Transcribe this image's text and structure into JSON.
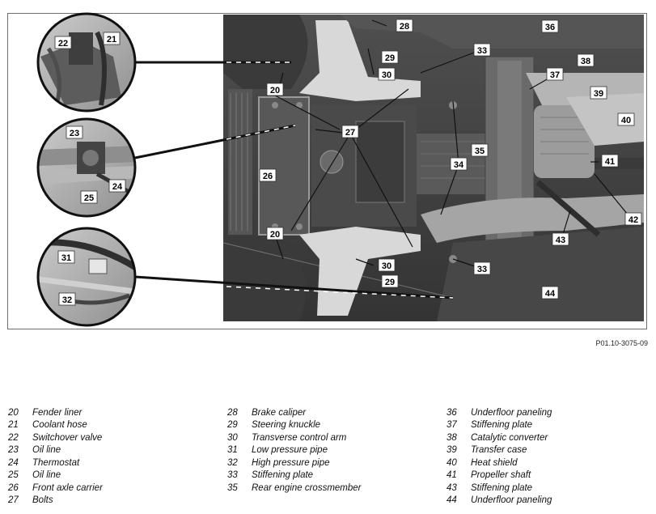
{
  "figure_id": "P01.10-3075-09",
  "callouts": [
    {
      "key": "c22",
      "text": "22"
    },
    {
      "key": "c21",
      "text": "21"
    },
    {
      "key": "c23",
      "text": "23"
    },
    {
      "key": "c24",
      "text": "24"
    },
    {
      "key": "c25",
      "text": "25"
    },
    {
      "key": "c31",
      "text": "31"
    },
    {
      "key": "c32",
      "text": "32"
    },
    {
      "key": "c28",
      "text": "28"
    },
    {
      "key": "c36",
      "text": "36"
    },
    {
      "key": "c29a",
      "text": "29"
    },
    {
      "key": "c30a",
      "text": "30"
    },
    {
      "key": "c33a",
      "text": "33"
    },
    {
      "key": "c38",
      "text": "38"
    },
    {
      "key": "c37",
      "text": "37"
    },
    {
      "key": "c20a",
      "text": "20"
    },
    {
      "key": "c39",
      "text": "39"
    },
    {
      "key": "c27",
      "text": "27"
    },
    {
      "key": "c40",
      "text": "40"
    },
    {
      "key": "c35",
      "text": "35"
    },
    {
      "key": "c41",
      "text": "41"
    },
    {
      "key": "c26",
      "text": "26"
    },
    {
      "key": "c34",
      "text": "34"
    },
    {
      "key": "c42",
      "text": "42"
    },
    {
      "key": "c20b",
      "text": "20"
    },
    {
      "key": "c43",
      "text": "43"
    },
    {
      "key": "c30b",
      "text": "30"
    },
    {
      "key": "c33b",
      "text": "33"
    },
    {
      "key": "c29b",
      "text": "29"
    },
    {
      "key": "c44",
      "text": "44"
    }
  ],
  "legend": [
    {
      "num": "20",
      "label": "Fender liner"
    },
    {
      "num": "21",
      "label": "Coolant hose"
    },
    {
      "num": "22",
      "label": "Switchover valve"
    },
    {
      "num": "23",
      "label": "Oil line"
    },
    {
      "num": "24",
      "label": "Thermostat"
    },
    {
      "num": "25",
      "label": "Oil line"
    },
    {
      "num": "26",
      "label": "Front axle carrier"
    },
    {
      "num": "27",
      "label": "Bolts"
    },
    {
      "num": "28",
      "label": "Brake caliper"
    },
    {
      "num": "29",
      "label": "Steering knuckle"
    },
    {
      "num": "30",
      "label": "Transverse control arm"
    },
    {
      "num": "31",
      "label": "Low pressure pipe"
    },
    {
      "num": "32",
      "label": "High pressure pipe"
    },
    {
      "num": "33",
      "label": "Stiffening plate"
    },
    {
      "num": "35",
      "label": "Rear engine crossmember"
    },
    {
      "num": "36",
      "label": "Underfloor paneling"
    },
    {
      "num": "37",
      "label": "Stiffening plate"
    },
    {
      "num": "38",
      "label": "Catalytic converter"
    },
    {
      "num": "39",
      "label": "Transfer case"
    },
    {
      "num": "40",
      "label": "Heat shield"
    },
    {
      "num": "41",
      "label": "Propeller shaft"
    },
    {
      "num": "43",
      "label": "Stiffening plate"
    },
    {
      "num": "44",
      "label": "Underfloor paneling"
    }
  ]
}
